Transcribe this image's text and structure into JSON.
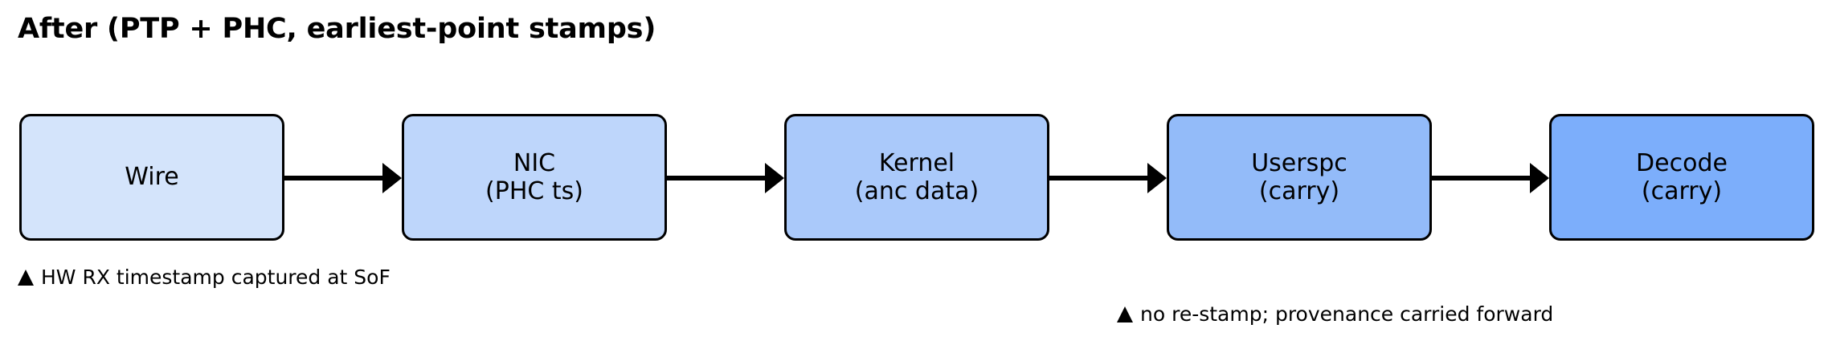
{
  "title": "After (PTP + PHC, earliest-point stamps)",
  "diagram": {
    "type": "pipeline-flow",
    "orientation": "left-to-right",
    "stages": [
      {
        "name": "wire",
        "line1": "Wire",
        "line2": "",
        "fill": "#d4e4fb",
        "stroke": "#000000"
      },
      {
        "name": "nic",
        "line1": "NIC",
        "line2": "(PHC ts)",
        "fill": "#bed6fb",
        "stroke": "#000000"
      },
      {
        "name": "kernel",
        "line1": "Kernel",
        "line2": "(anc data)",
        "fill": "#aac9fa",
        "stroke": "#000000"
      },
      {
        "name": "userspc",
        "line1": "Userspc",
        "line2": "(carry)",
        "fill": "#93bbf9",
        "stroke": "#000000"
      },
      {
        "name": "decode",
        "line1": "Decode",
        "line2": "(carry)",
        "fill": "#7caefb",
        "stroke": "#000000"
      }
    ],
    "connectors": [
      {
        "from": "wire",
        "to": "nic"
      },
      {
        "from": "nic",
        "to": "kernel"
      },
      {
        "from": "kernel",
        "to": "userspc"
      },
      {
        "from": "userspc",
        "to": "decode"
      }
    ],
    "annotations": [
      {
        "name": "sof",
        "marker": "triangle-up",
        "text": "HW RX timestamp captured at SoF"
      },
      {
        "name": "carry",
        "marker": "triangle-up",
        "text": "no re-stamp; provenance carried forward"
      }
    ]
  }
}
